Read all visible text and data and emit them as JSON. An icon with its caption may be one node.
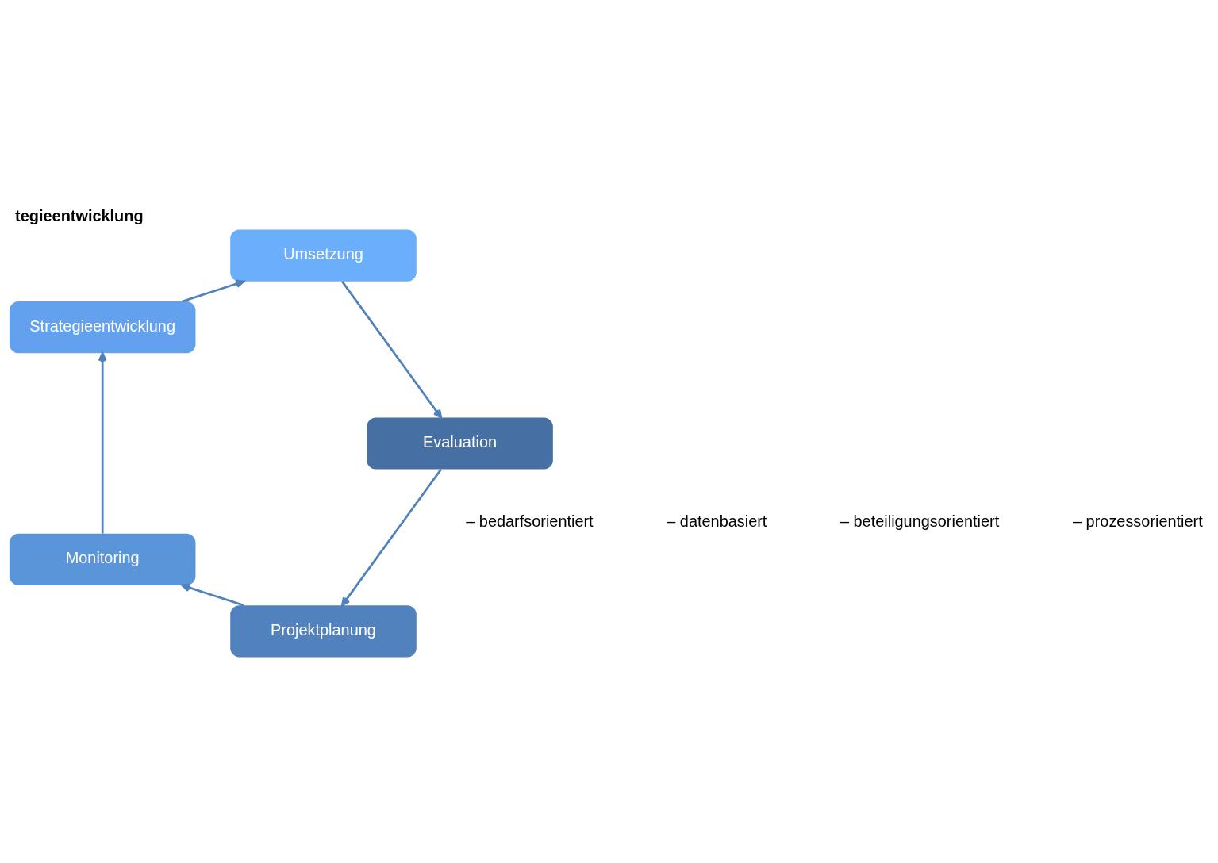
{
  "diagram": {
    "title": "tegieentwicklung",
    "nodes": [
      {
        "text": [
          "Projektplanung"
        ]
      },
      {
        "text": [
          "Monitoring"
        ]
      },
      {
        "text": [
          "Strategieentwicklung"
        ]
      },
      {
        "text": [
          "Umsetzung"
        ]
      },
      {
        "text": [
          "Evaluation"
        ]
      }
    ],
    "edges": [
      {
        "from": 0,
        "to": 1,
        "arrow": "to"
      },
      {
        "from": 1,
        "to": 2,
        "arrow": "to"
      },
      {
        "from": 2,
        "to": 3,
        "arrow": "to"
      },
      {
        "from": 3,
        "to": 4,
        "arrow": "to"
      },
      {
        "from": 4,
        "to": 0,
        "arrow": "to"
      }
    ],
    "labels": [
      "– bedarfsorientiert",
      "– datenbasiert",
      "– beteiligungsorientiert",
      "– prozessorientiert"
    ]
  }
}
